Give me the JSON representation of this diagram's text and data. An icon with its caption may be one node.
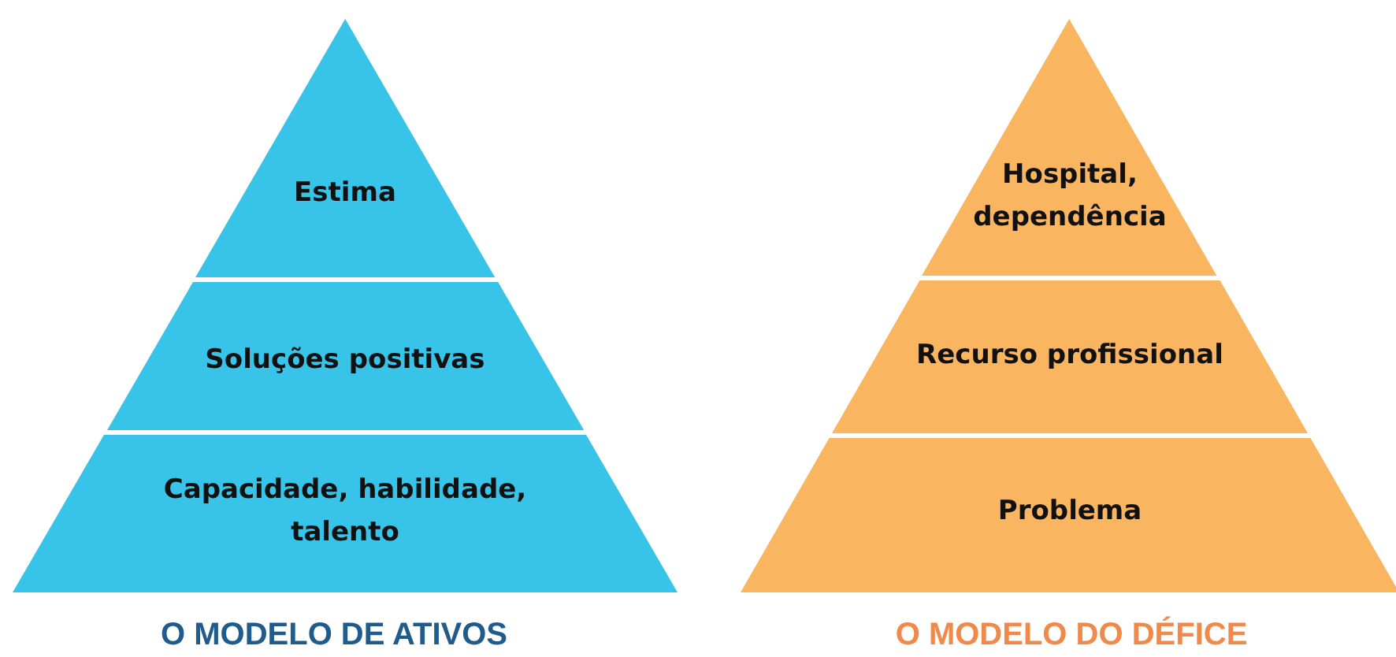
{
  "diagram": {
    "nodes": [
      {
        "text": [
          "Estima"
        ]
      },
      {
        "text": [
          "Soluções positivas"
        ]
      },
      {
        "text": [
          "Capacidade, habilidade, talento"
        ]
      },
      {
        "text": [
          "Hospital, dependência"
        ]
      },
      {
        "text": [
          "Recurso profissional"
        ]
      },
      {
        "text": [
          "Problema"
        ]
      }
    ],
    "edges": [],
    "labels": [
      "O MODELO DE ATIVOS",
      "O MODELO DO DÉFICE"
    ]
  }
}
